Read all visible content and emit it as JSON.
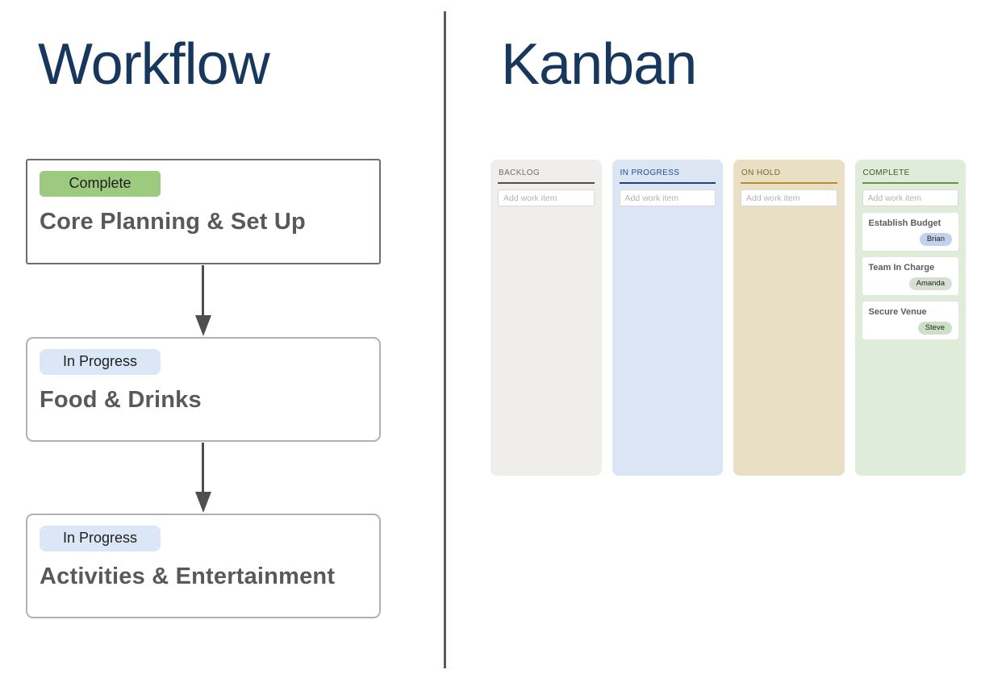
{
  "workflow": {
    "title": "Workflow",
    "steps": [
      {
        "status": "Complete",
        "title": "Core Planning & Set Up"
      },
      {
        "status": "In Progress",
        "title": "Food & Drinks"
      },
      {
        "status": "In Progress",
        "title": "Activities & Entertainment"
      }
    ]
  },
  "kanban": {
    "title": "Kanban",
    "add_placeholder": "Add work item",
    "columns": [
      {
        "name": "BACKLOG",
        "cards": []
      },
      {
        "name": "IN PROGRESS",
        "cards": []
      },
      {
        "name": "ON HOLD",
        "cards": []
      },
      {
        "name": "COMPLETE",
        "cards": [
          {
            "title": "Establish Budget",
            "assignee": "Brian"
          },
          {
            "title": "Team In Charge",
            "assignee": "Amanda"
          },
          {
            "title": "Secure Venue",
            "assignee": "Steve"
          }
        ]
      }
    ]
  },
  "colors": {
    "title_text": "#17375d",
    "divider": "#595a5c",
    "complete_badge": "#9cca7f",
    "in_progress_badge": "#dbe6f6",
    "arrow": "#4f4f4f",
    "backlog_bg": "#efeeec",
    "in_progress_bg": "#dbe5f3",
    "on_hold_bg": "#e9dfc4",
    "complete_bg": "#dfecd9",
    "brian_badge": "#c3d2ec",
    "amanda_badge": "#d8ded2",
    "steve_badge": "#cce0c7"
  }
}
